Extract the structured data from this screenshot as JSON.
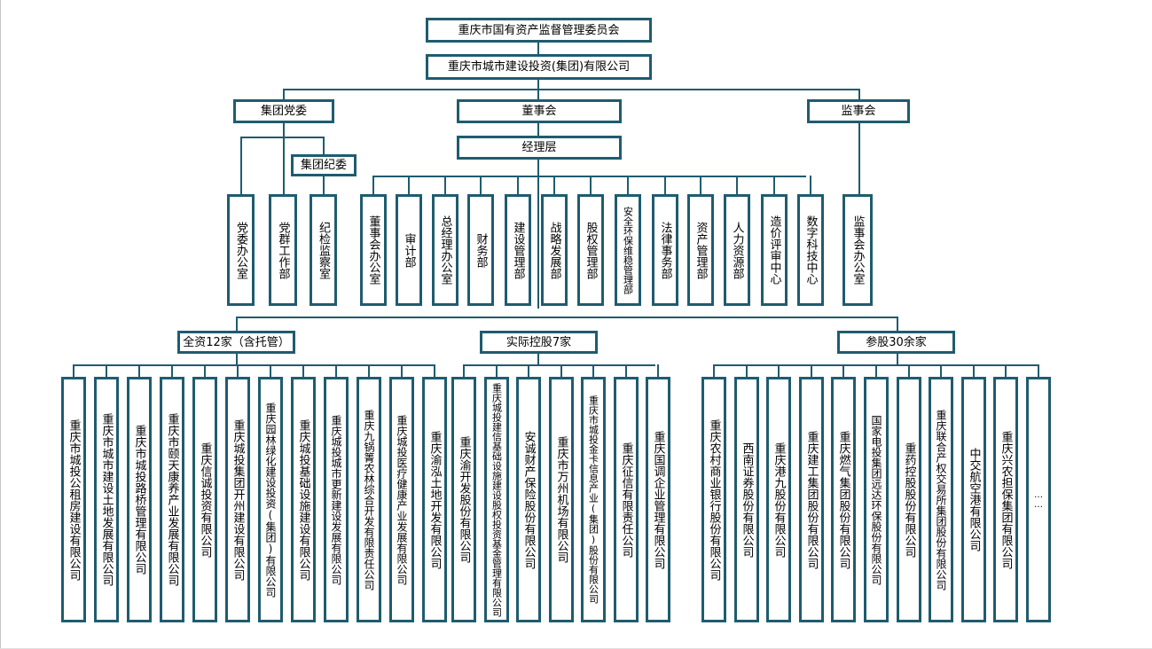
{
  "colors": {
    "line": "#1f5c6f",
    "box_border": "#1f5c6f",
    "background": "#ffffff"
  },
  "org": {
    "top": "重庆市国有资产监督管理委员会",
    "company": "重庆市城市建设投资(集团)有限公司",
    "party_committee": "集团党委",
    "board": "董事会",
    "supervisory_board": "监事会",
    "management": "经理层",
    "discipline_committee": "集团纪委",
    "party_depts": [
      "党委办公室",
      "党群工作部",
      "纪检监察室"
    ],
    "management_depts": [
      "董事会办公室",
      "审计部",
      "总经理办公室",
      "财务部",
      "建设管理部",
      "战略发展部",
      "股权管理部",
      "安全环保维稳管理部",
      "法律事务部",
      "资产管理部",
      "人力资源部",
      "造价评审中心",
      "数字科技中心"
    ],
    "supervisory_dept": "监事会办公室",
    "groups": [
      {
        "label": "全资12家（含托管）",
        "companies": [
          "重庆市城投公租房建设有限公司",
          "重庆市城市建设土地发展有限公司",
          "重庆市城投路桥管理有限公司",
          "重庆市颐天康养产业发展有限公司",
          "重庆信诚投资有限公司",
          "重庆城投集团开州建设有限公司",
          "重庆园林绿化建设投资(集团)有限公司",
          "重庆城投基础设施建设有限公司",
          "重庆城投城市更新建设发展有限公司",
          "重庆九锅箐农林综合开发有限责任公司",
          "重庆城投医疗健康产业发展有限公司",
          "重庆渝泓土地开发有限公司"
        ]
      },
      {
        "label": "实际控股7家",
        "companies": [
          "重庆渝开发股份有限公司",
          "重庆城投建信基础设施建设股权投资基金管理有限公司",
          "安诚财产保险股份有限公司",
          "重庆市万州机场有限公司",
          "重庆市城投金卡信息产业(集团)股份有限公司",
          "重庆征信有限责任公司",
          "重庆国调企业管理有限公司"
        ]
      },
      {
        "label": "参股30余家",
        "companies": [
          "重庆农村商业银行股份有限公司",
          "西南证券股份有限公司",
          "重庆港九股份有限公司",
          "重庆建工集团股份有限公司",
          "重庆燃气集团股份有限公司",
          "国家电投集团远达环保股份有限公司",
          "重药控股股份有限公司",
          "重庆联合产权交易所集团股份有限公司",
          "中交航空港有限公司",
          "重庆兴农担保集团有限公司",
          "……"
        ]
      }
    ]
  }
}
